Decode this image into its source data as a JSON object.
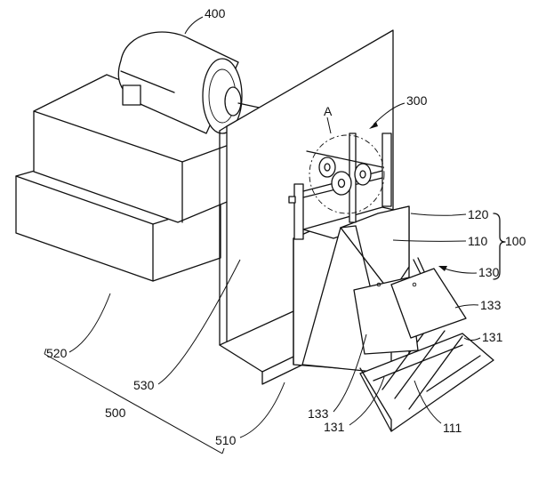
{
  "figure": {
    "labels": {
      "motor": "400",
      "assembly_top": "300",
      "detail_marker": "A",
      "bracket_top": "120",
      "body_a": "110",
      "group_total": "100",
      "guide_frame": "130",
      "plate_right": "133",
      "rail_right": "131",
      "plate_left": "133",
      "rail_left": "131",
      "channel": "111",
      "base_plate": "510",
      "vertical_wall": "530",
      "base_block": "520",
      "frame_group": "500"
    }
  }
}
